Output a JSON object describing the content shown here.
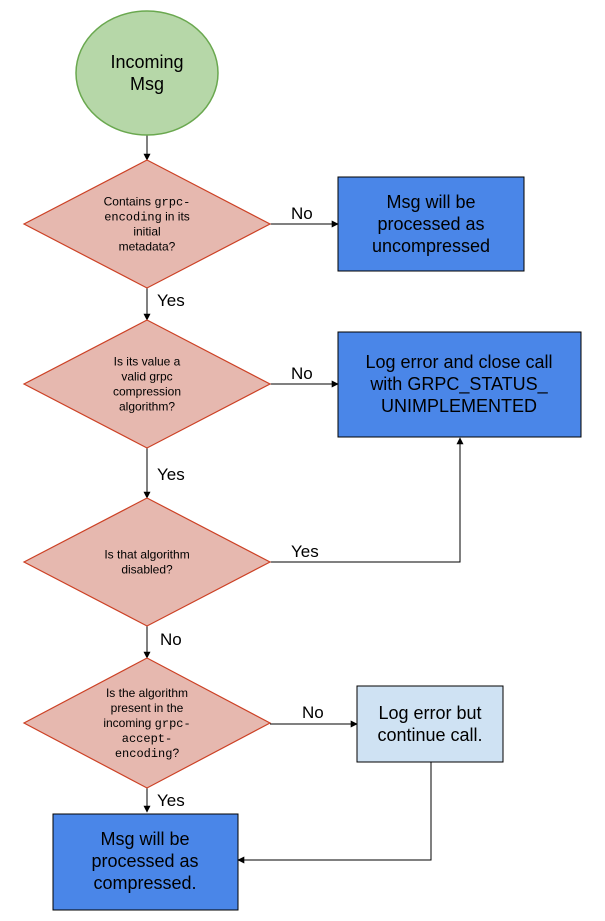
{
  "colors": {
    "start_fill": "#b6d7a8",
    "start_stroke": "#6aa84f",
    "decision_fill": "#e6b8af",
    "decision_stroke": "#cc4125",
    "process_fill": "#4a86e8",
    "light_fill": "#cfe2f3",
    "stroke_dark": "#000000"
  },
  "nodes": {
    "start": {
      "lines": [
        "Incoming",
        "Msg"
      ]
    },
    "d1": {
      "lines": [
        [
          {
            "t": "Contains ",
            "mono": false
          },
          {
            "t": "grpc-",
            "mono": true
          }
        ],
        [
          {
            "t": "encoding",
            "mono": true
          },
          {
            "t": " in its",
            "mono": false
          }
        ],
        [
          {
            "t": "initial",
            "mono": false
          }
        ],
        [
          {
            "t": "metadata?",
            "mono": false
          }
        ]
      ]
    },
    "p1": {
      "lines": [
        "Msg will be",
        "processed as",
        "uncompressed"
      ]
    },
    "d2": {
      "lines": [
        [
          {
            "t": "Is its value a",
            "mono": false
          }
        ],
        [
          {
            "t": "valid grpc",
            "mono": false
          }
        ],
        [
          {
            "t": "compression",
            "mono": false
          }
        ],
        [
          {
            "t": "algorithm?",
            "mono": false
          }
        ]
      ]
    },
    "p2": {
      "lines": [
        "Log error and close call",
        "with GRPC_STATUS_",
        "UNIMPLEMENTED"
      ]
    },
    "d3": {
      "lines": [
        [
          {
            "t": "Is that algorithm",
            "mono": false
          }
        ],
        [
          {
            "t": "disabled?",
            "mono": false
          }
        ]
      ]
    },
    "d4": {
      "lines": [
        [
          {
            "t": "Is the algorithm",
            "mono": false
          }
        ],
        [
          {
            "t": "present in the",
            "mono": false
          }
        ],
        [
          {
            "t": "incoming ",
            "mono": false
          },
          {
            "t": "grpc-",
            "mono": true
          }
        ],
        [
          {
            "t": "accept-",
            "mono": true
          }
        ],
        [
          {
            "t": "encoding",
            "mono": true
          },
          {
            "t": "?",
            "mono": false
          }
        ]
      ]
    },
    "p3": {
      "lines": [
        "Log error but",
        "continue call."
      ]
    },
    "p4": {
      "lines": [
        "Msg will be",
        "processed as",
        "compressed."
      ]
    }
  },
  "edges": {
    "d1_no": "No",
    "d1_yes": "Yes",
    "d2_no": "No",
    "d2_yes": "Yes",
    "d3_yes": "Yes",
    "d3_no": "No",
    "d4_no": "No",
    "d4_yes": "Yes"
  }
}
